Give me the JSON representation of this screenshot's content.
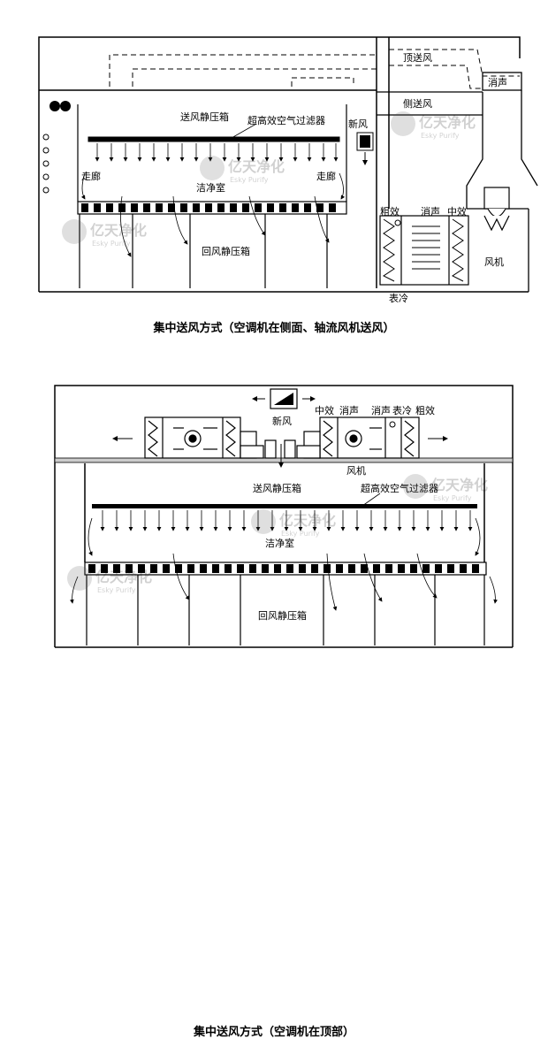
{
  "figure1": {
    "caption": "集中送风方式（空调机在侧面、轴流风机送风）",
    "labels": {
      "top_supply": "顶送风",
      "side_supply": "侧送风",
      "silencer_top": "消声",
      "fresh_air": "新风",
      "supply_plenum": "送风静压箱",
      "hepa_filter": "超高效空气过滤器",
      "corridor_left": "走廊",
      "corridor_right": "走廊",
      "cleanroom": "洁净室",
      "return_plenum": "回风静压箱",
      "coarse_filter": "粗效",
      "silencer": "消声",
      "medium_filter": "中效",
      "fan": "风机",
      "cooling_coil": "表冷"
    }
  },
  "figure2": {
    "caption": "集中送风方式（空调机在顶部）",
    "labels": {
      "fresh_air": "新风",
      "medium_filter": "中效",
      "silencer_left": "消声",
      "silencer_right": "消声",
      "cooling_coil": "表冷",
      "coarse_filter": "粗效",
      "fan": "风机",
      "supply_plenum": "送风静压箱",
      "hepa_filter": "超高效空气过滤器",
      "cleanroom": "洁净室",
      "return_plenum": "回风静压箱"
    }
  },
  "watermark": {
    "cn": "亿天净化",
    "en": "Esky Purify"
  }
}
